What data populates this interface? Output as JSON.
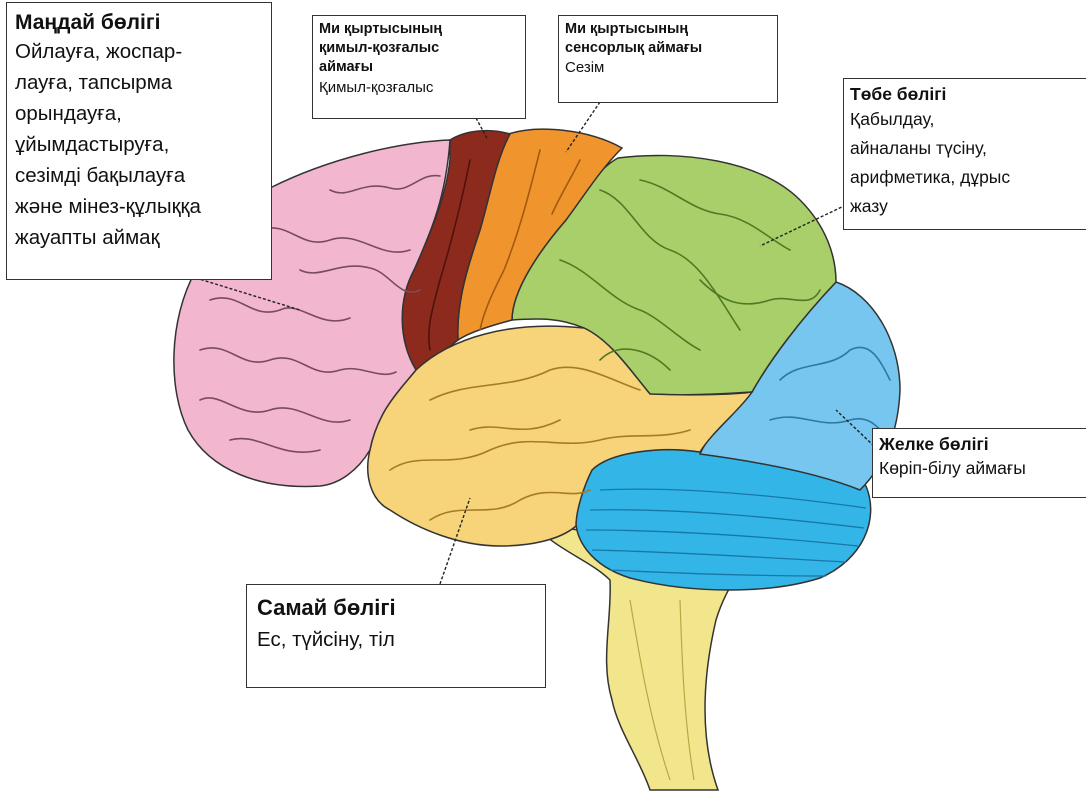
{
  "labels": {
    "frontal": {
      "title": "Маңдай бөлігі",
      "body": "Ойлауға, жоспар-\nлауға, тапсырма\nорындауға,\nұйымдастыруға,\nсезімді бақылауға\nжәне мінез-құлыққа\nжауапты аймақ"
    },
    "motor": {
      "title": "Ми қыртысының\nқимыл-қозғалыс\nаймағы",
      "body": "Қимыл-қозғалыс"
    },
    "sensory": {
      "title": "Ми қыртысының\nсенсорлық аймағы",
      "body": "Сезім"
    },
    "parietal": {
      "title": "Төбе бөлігі",
      "body": "Қабылдау,\nайналаны түсіну,\nарифметика,  дұрыс\nжазу"
    },
    "occipital": {
      "title": "Желке бөлігі",
      "body": "Көріп-білу аймағы"
    },
    "temporal": {
      "title": "Самай бөлігі",
      "body": "Ес, түйсіну, тіл"
    }
  },
  "colors": {
    "frontal": "#f2b6cf",
    "motor": "#8c2a1e",
    "sensory": "#f0952e",
    "parietal": "#a8cf6a",
    "occipital": "#76c6ef",
    "temporal": "#f7d37a",
    "cerebellum": "#33b5e8",
    "brainstem": "#f2e68c",
    "outline": "#333333"
  }
}
